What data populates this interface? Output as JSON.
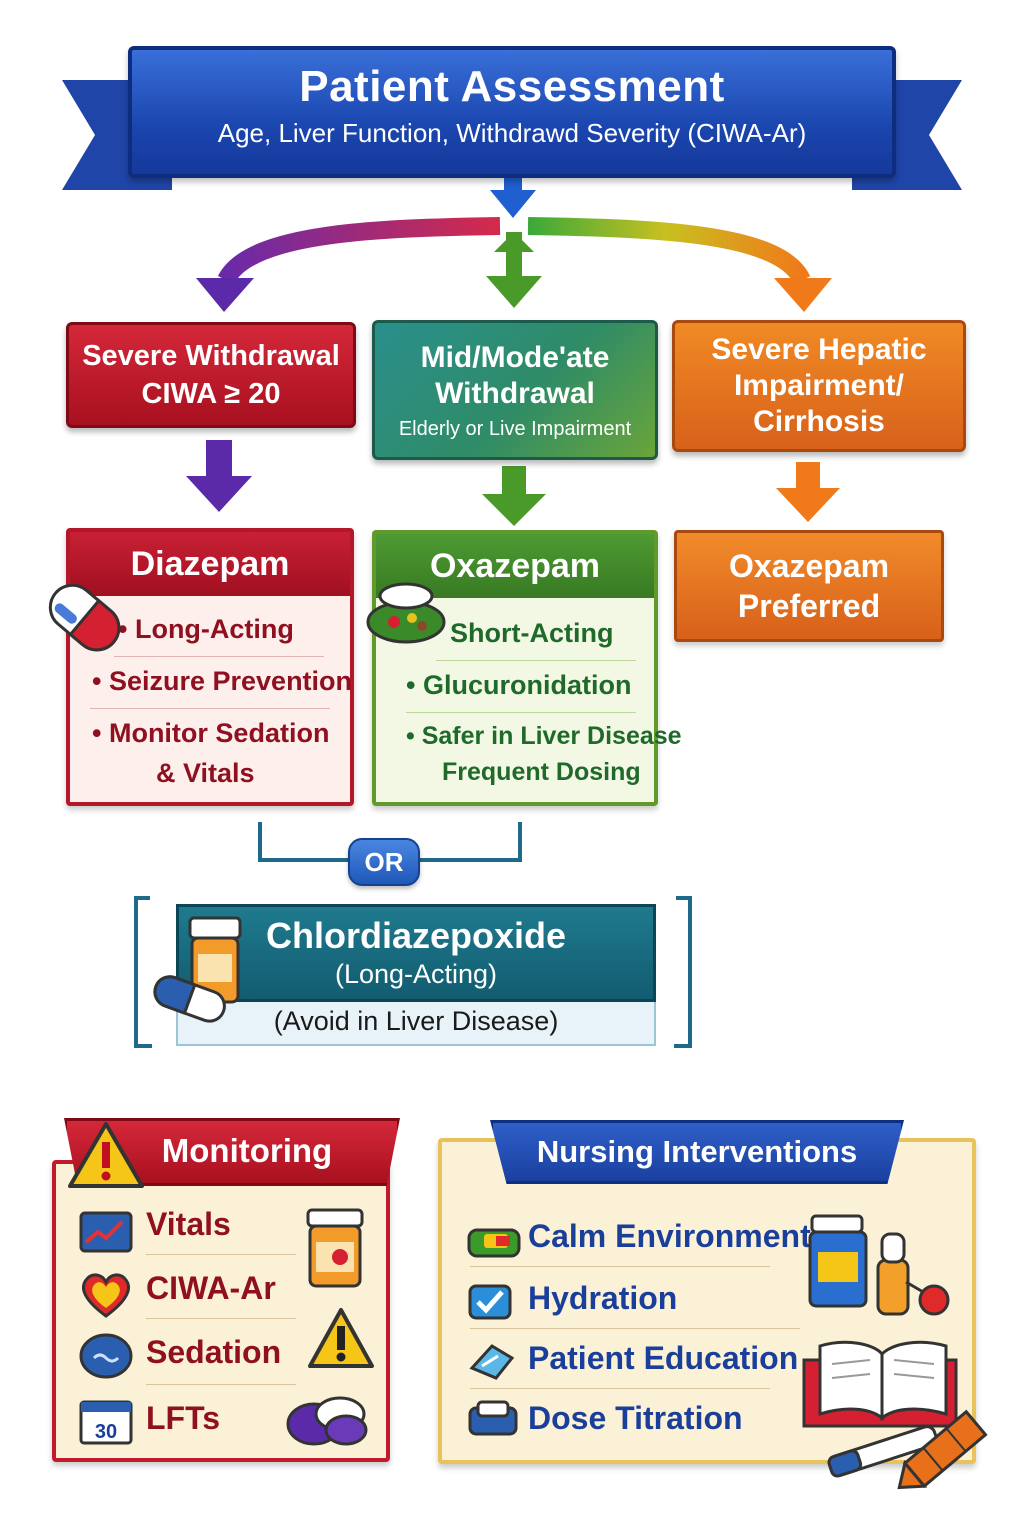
{
  "header": {
    "title": "Patient Assessment",
    "subtitle": "Age, Liver Function, Withdrawd Severity (CIWA-Ar)"
  },
  "categories": {
    "severe": [
      "Severe Withdrawal",
      "CIWA ≥ 20"
    ],
    "mild": {
      "title": [
        "Mid/Mode'ate",
        "Withdrawal"
      ],
      "note": "Elderly or Live Impairment"
    },
    "hepatic": [
      "Severe Hepatic",
      "Impairment/",
      "Cirrhosis"
    ]
  },
  "diazepam": {
    "title": "Diazepam",
    "bullets": [
      "• Long-Acting",
      "• Seizure Prevention",
      "• Monitor Sedation",
      "& Vitals"
    ]
  },
  "oxazepam": {
    "title": "Oxazepam",
    "bullets": [
      "Short-Acting",
      "• Glucuronidation",
      "• Safer in Liver Disease",
      "Frequent Dosing"
    ]
  },
  "oxazepam_preferred": [
    "Oxazepam",
    "Preferred"
  ],
  "or_label": "OR",
  "chlordiazepoxide": {
    "title": "Chlordiazepoxide",
    "subtitle": "(Long-Acting)",
    "note": "(Avoid in Liver Disease)"
  },
  "monitoring": {
    "title": "Monitoring",
    "items": [
      "Vitals",
      "CIWA-Ar",
      "Sedation",
      "LFTs"
    ]
  },
  "nursing": {
    "title": "Nursing Interventions",
    "items": [
      "Calm Environment",
      "Hydration",
      "Patient Education",
      "Dose Titration"
    ]
  },
  "colors": {
    "blue": "#1f45a8",
    "red": "#b4162a",
    "teal": "#2a8f8d",
    "green": "#5f9a2b",
    "orange": "#e0701f",
    "purple": "#5a2aa8"
  }
}
